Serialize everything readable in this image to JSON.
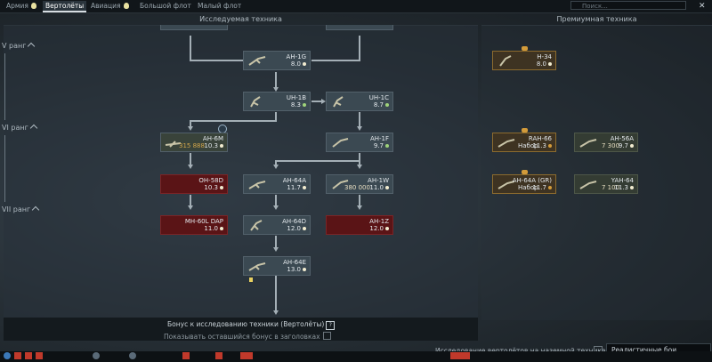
{
  "tabs": [
    {
      "label": "Армия",
      "active": false,
      "bulb": true
    },
    {
      "label": "Вертолёты",
      "active": true,
      "bulb": false
    },
    {
      "label": "Авиация",
      "active": false,
      "bulb": true
    },
    {
      "label": "Большой флот",
      "active": false,
      "bulb": false
    },
    {
      "label": "Малый флот",
      "active": false,
      "bulb": false
    }
  ],
  "search": {
    "placeholder": "Поиск..."
  },
  "headers": {
    "researched": "Исследуемая техника",
    "premium": "Премиумная техника"
  },
  "ranks": [
    "V ранг",
    "VI ранг",
    "VII ранг"
  ],
  "tree": {
    "ah1g": {
      "name": "AH-1G",
      "br": "8.0"
    },
    "uh1b": {
      "name": "UH-1B",
      "br": "8.3"
    },
    "uh1c": {
      "name": "UH-1C",
      "br": "8.7"
    },
    "ah6m": {
      "name": "AH-6M",
      "br": "10.3",
      "progress": "315 888"
    },
    "ah1f": {
      "name": "AH-1F",
      "br": "9.7"
    },
    "oh58d": {
      "name": "OH-58D",
      "br": "10.3"
    },
    "ah64a": {
      "name": "AH-64A",
      "br": "11.7"
    },
    "ah1w": {
      "name": "AH-1W",
      "br": "11.0",
      "price": "380 000"
    },
    "mh60l": {
      "name": "MH-60L DAP",
      "br": "11.0"
    },
    "ah64d": {
      "name": "AH-64D",
      "br": "12.0"
    },
    "ah1z": {
      "name": "AH-1Z",
      "br": "12.0"
    },
    "ah64e": {
      "name": "AH-64E",
      "br": "13.0"
    }
  },
  "premium": {
    "h34": {
      "name": "H-34",
      "br": "8.0"
    },
    "rah66": {
      "name": "RAH-66",
      "br": "11.3",
      "price": "Набор"
    },
    "ah56a": {
      "name": "AH-56A",
      "br": "9.7",
      "price": "7 300"
    },
    "ah64agr": {
      "name": "AH-64A (GR)",
      "br": "11.7",
      "price": "Набор"
    },
    "yah64": {
      "name": "YAH-64",
      "br": "11.3",
      "price": "7 100"
    }
  },
  "bonus": {
    "title": "Бонус к исследованию техники (Вертолёты)",
    "help": "?",
    "show_remaining": "Показывать оставшийся бонус в заголовках"
  },
  "footer": {
    "ground_research": "Исследование вертолётов на наземной технике",
    "mode": "Реалистичные бои"
  },
  "colors": {
    "researched_card": "#3b4952",
    "locked_card": "#5a1416",
    "premium_card": "#3e3322",
    "accent": "#d39b3a"
  }
}
